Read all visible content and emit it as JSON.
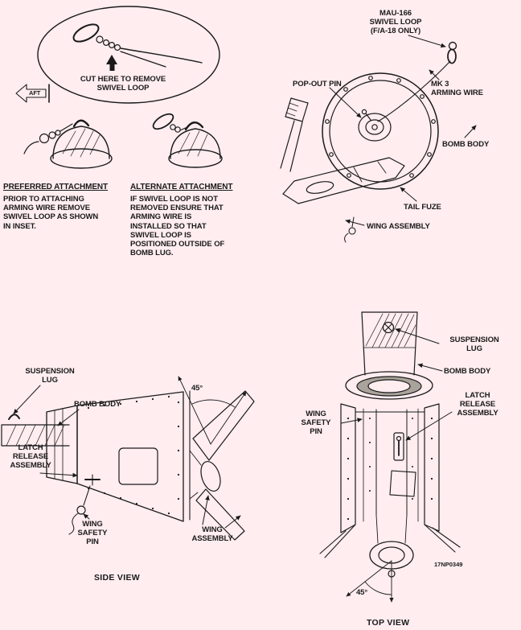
{
  "page": {
    "bg_color": "#ffedf0",
    "ink_color": "#1a1a1a"
  },
  "inset": {
    "cut_note": "CUT HERE TO REMOVE\nSWIVEL LOOP",
    "aft_label": "AFT"
  },
  "attachment_notes": {
    "preferred_heading": "PREFERRED ATTACHMENT",
    "preferred_body": "PRIOR TO ATTACHING\nARMING WIRE REMOVE\nSWIVEL LOOP AS SHOWN\nIN INSET.",
    "alternate_heading": "ALTERNATE ATTACHMENT",
    "alternate_body": "IF SWIVEL LOOP IS NOT\nREMOVED ENSURE THAT\nARMING WIRE IS\nINSTALLED SO THAT\nSWIVEL LOOP IS\nPOSITIONED OUTSIDE OF\nBOMB LUG."
  },
  "tail_view": {
    "mau_166_label": "MAU-166\nSWIVEL LOOP\n(F/A-18 ONLY)",
    "pop_out_pin_label": "POP-OUT PIN",
    "mk3_arming_wire_label": "MK 3\nARMING WIRE",
    "bomb_body_label": "BOMB BODY",
    "tail_fuze_label": "TAIL FUZE",
    "wing_assembly_label": "WING ASSEMBLY"
  },
  "side_view": {
    "caption": "SIDE VIEW",
    "fin_angle": "45°",
    "suspension_lug_label": "SUSPENSION\nLUG",
    "bomb_body_label": "BOMB BODY",
    "latch_release_label": "LATCH\nRELEASE\nASSEMBLY",
    "wing_safety_pin_label": "WING\nSAFETY\nPIN",
    "wing_assembly_label": "WING\nASSEMBLY"
  },
  "top_view": {
    "caption": "TOP VIEW",
    "fin_angle": "45°",
    "figure_number": "17NP0349",
    "suspension_lug_label": "SUSPENSION\nLUG",
    "bomb_body_label": "BOMB BODY",
    "latch_release_label": "LATCH\nRELEASE\nASSEMBLY",
    "wing_safety_pin_label": "WING\nSAFETY\nPIN"
  }
}
